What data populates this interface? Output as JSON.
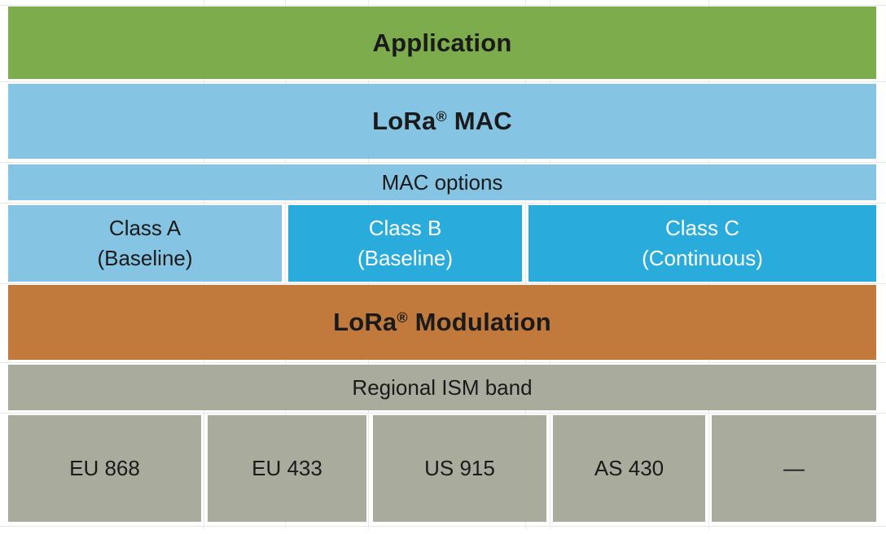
{
  "colors": {
    "application_green": "#7cac4b",
    "mac_light_blue": "#85c5e3",
    "class_cyan": "#29abdc",
    "modulation_orange": "#c17a3c",
    "ism_gray": "#a9ab9d",
    "text_dark": "#1a1a1a",
    "text_light": "#ffffff"
  },
  "layers": {
    "application": {
      "label": "Application"
    },
    "lora_mac": {
      "word": "LoRa",
      "trademark": "®",
      "suffix": " MAC"
    },
    "mac_options": {
      "label": "MAC options"
    },
    "classes": [
      {
        "name": "Class A",
        "qualifier": "(Baseline)"
      },
      {
        "name": "Class B",
        "qualifier": "(Baseline)"
      },
      {
        "name": "Class C",
        "qualifier": "(Continuous)"
      }
    ],
    "lora_modulation": {
      "word": "LoRa",
      "trademark": "®",
      "suffix": " Modulation"
    },
    "regional_ism": {
      "label": "Regional ISM band"
    },
    "bands": [
      {
        "label": "EU 868"
      },
      {
        "label": "EU 433"
      },
      {
        "label": "US 915"
      },
      {
        "label": "AS 430"
      },
      {
        "label": "—"
      }
    ]
  }
}
